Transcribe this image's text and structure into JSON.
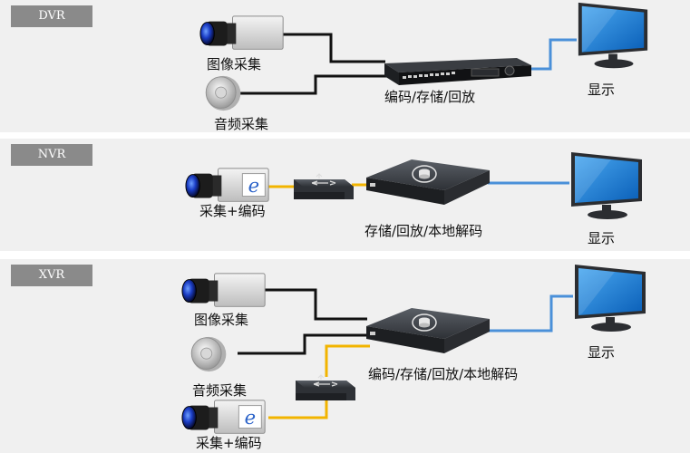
{
  "sections": {
    "dvr": {
      "tag": "DVR",
      "camera_label": "图像采集",
      "audio_label": "音频采集",
      "recorder_label": "编码/存储/回放",
      "monitor_label": "显示"
    },
    "nvr": {
      "tag": "NVR",
      "ipcam_label": "采集+编码",
      "recorder_label": "存储/回放/本地解码",
      "monitor_label": "显示"
    },
    "xvr": {
      "tag": "XVR",
      "camera_label": "图像采集",
      "audio_label": "音频采集",
      "ipcam_label": "采集+编码",
      "recorder_label": "编码/存储/回放/本地解码",
      "monitor_label": "显示"
    }
  },
  "colors": {
    "analog_cable": "#111111",
    "network_cable": "#f2b400",
    "video_out_cable": "#4a90d9",
    "panel_bg": "#f0f0f0",
    "tag_bg": "#8a8a8a"
  },
  "icons": {
    "camera": "box-camera-icon",
    "ip_camera": "ip-camera-icon",
    "microphone": "pickup-microphone-icon",
    "switch": "network-switch-icon",
    "dvr": "dvr-rack-icon",
    "nvr": "nvr-box-icon",
    "monitor": "monitor-icon"
  }
}
